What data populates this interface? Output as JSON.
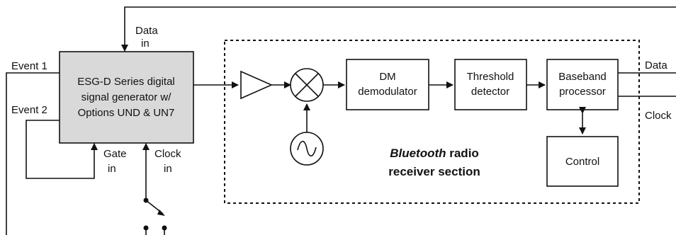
{
  "generator": {
    "line1": "ESG-D Series digital",
    "line2": "signal generator w/",
    "line3": "Options UND & UN7",
    "fill": "#d9d9d9"
  },
  "inputs": {
    "data_in_1": "Data",
    "data_in_2": "in",
    "event1": "Event 1",
    "event2": "Event 2",
    "gate_1": "Gate",
    "gate_2": "in",
    "clock_1": "Clock",
    "clock_2": "in"
  },
  "blocks": {
    "dm_1": "DM",
    "dm_2": "demodulator",
    "threshold_1": "Threshold",
    "threshold_2": "detector",
    "baseband_1": "Baseband",
    "baseband_2": "processor",
    "control": "Control"
  },
  "outputs": {
    "data": "Data",
    "clock": "Clock"
  },
  "section": {
    "title_italic": "Bluetooth",
    "title_rest": " radio",
    "line2": "receiver section"
  },
  "icons": {
    "amplifier": "triangle-amplifier-icon",
    "mixer": "circle-x-mixer-icon",
    "oscillator": "sine-oscillator-icon",
    "switch": "switch-icon"
  }
}
